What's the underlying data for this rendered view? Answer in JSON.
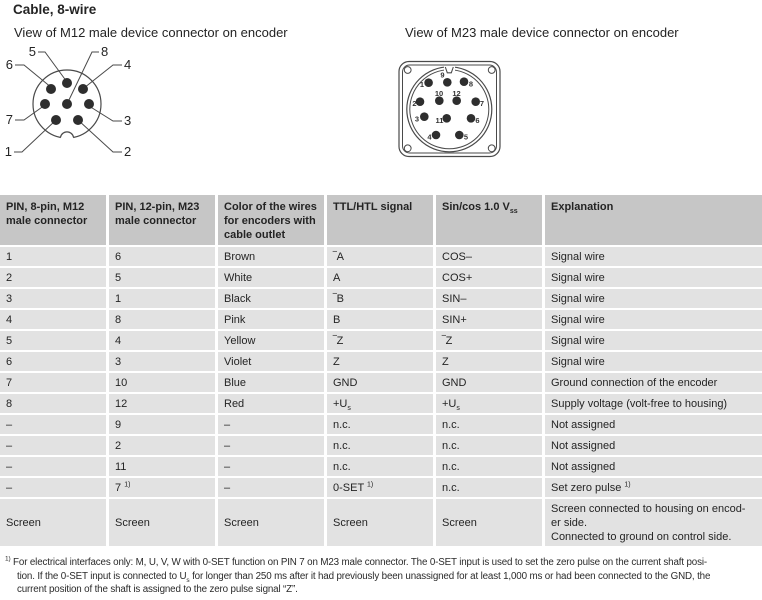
{
  "page": {
    "title": "Cable, 8-wire",
    "captions": {
      "m12": "View of M12 male device connector on encoder",
      "m23": "View of M23 male device connector on encoder"
    }
  },
  "colors": {
    "header_bg": "#c6c6c6",
    "row_bg": "#e2e2e2",
    "text": "#242424"
  },
  "m12": {
    "labels": [
      "1",
      "2",
      "3",
      "4",
      "5",
      "6",
      "7",
      "8"
    ]
  },
  "m23": {
    "labels": [
      "1",
      "2",
      "3",
      "4",
      "5",
      "6",
      "7",
      "8",
      "9",
      "10",
      "11",
      "12"
    ]
  },
  "table": {
    "headers": [
      "PIN, 8-pin, M12 male connector",
      "PIN, 12-pin, M23 male connector",
      "Color of the wires for encoders with cable outlet",
      "TTL/HTL signal",
      "Sin/cos 1.0 V<sub>ss</sub>",
      "Explanation"
    ],
    "rows": [
      [
        "1",
        "6",
        "Brown",
        "‾A",
        "COS–",
        "Signal wire"
      ],
      [
        "2",
        "5",
        "White",
        "A",
        "COS+",
        "Signal wire"
      ],
      [
        "3",
        "1",
        "Black",
        "‾B",
        "SIN–",
        "Signal wire"
      ],
      [
        "4",
        "8",
        "Pink",
        "B",
        "SIN+",
        "Signal wire"
      ],
      [
        "5",
        "4",
        "Yellow",
        "‾Z",
        "‾Z",
        "Signal wire"
      ],
      [
        "6",
        "3",
        "Violet",
        "Z",
        "Z",
        "Signal wire"
      ],
      [
        "7",
        "10",
        "Blue",
        "GND",
        "GND",
        "Ground connection of the encoder"
      ],
      [
        "8",
        "12",
        "Red",
        "+U<sub>s</sub>",
        "+U<sub>s</sub>",
        "Supply voltage (volt-free to housing)"
      ],
      [
        "–",
        "9",
        "–",
        "n.c.",
        "n.c.",
        "Not assigned"
      ],
      [
        "–",
        "2",
        "–",
        "n.c.",
        "n.c.",
        "Not assigned"
      ],
      [
        "–",
        "11",
        "–",
        "n.c.",
        "n.c.",
        "Not assigned"
      ],
      [
        "–",
        "7 <sup>1)</sup>",
        "–",
        "0-SET <sup>1)</sup>",
        "n.c.",
        "Set zero pulse <sup>1)</sup>"
      ],
      [
        "Screen",
        "Screen",
        "Screen",
        "Screen",
        "Screen",
        "Screen connected to housing on encod-<br>er side.<br>Connected to ground on control side."
      ]
    ]
  },
  "footnote": "<sup>1)</sup> For electrical interfaces only: M, U, V, W with 0-SET function on PIN 7 on M23 male connector. The 0-SET input is used to set the zero pulse on the current shaft posi-<br>tion. If the 0-SET input is connected to U<sub>s</sub> for longer than 250 ms after it had previously been unassigned for at least 1,000 ms or had been connected to the GND, the<br>current position of the shaft is assigned to the zero pulse signal “Z”."
}
